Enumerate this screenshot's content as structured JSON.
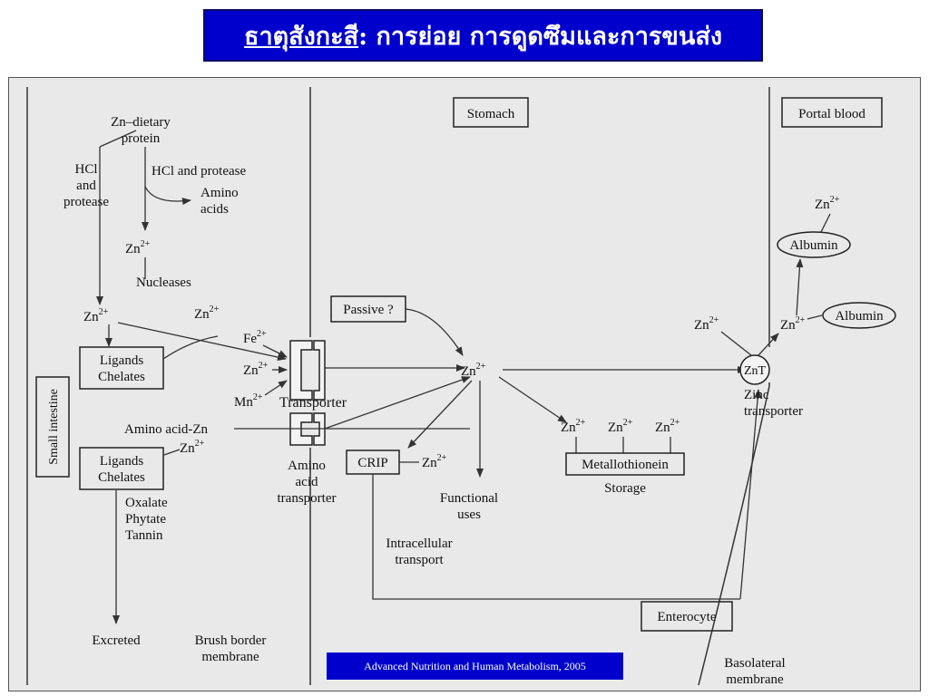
{
  "title": {
    "underlined": "ธาตุสังกะสี",
    "rest": ": การย่อย การดูดซึมและการขนส่ง"
  },
  "citation": "Advanced Nutrition and Human Metabolism, 2005",
  "diagram": {
    "stomach": "Stomach",
    "portal_blood": "Portal blood",
    "enterocyte": "Enterocyte",
    "small_intestine": "Small intestine",
    "zn_dietary_1": "Zn–dietary",
    "zn_dietary_2": "protein",
    "hcl_protease_left_1": "HCl",
    "hcl_protease_left_2": "and",
    "hcl_protease_left_3": "protease",
    "hcl_and_protease": "HCl and protease",
    "amino_acids_1": "Amino",
    "amino_acids_2": "acids",
    "nucleases": "Nucleases",
    "ligands_chelates_1a": "Ligands",
    "ligands_chelates_1b": "Chelates",
    "ligands_chelates_2a": "Ligands",
    "ligands_chelates_2b": "Chelates",
    "fe": "Fe",
    "mn": "Mn",
    "transporter": "Transporter",
    "amino_acid_zn": "Amino acid-Zn",
    "amino_acid_transporter_1": "Amino",
    "amino_acid_transporter_2": "acid",
    "amino_acid_transporter_3": "transporter",
    "oxalate": "Oxalate",
    "phytate": "Phytate",
    "tannin": "Tannin",
    "excreted": "Excreted",
    "brush_border_1": "Brush border",
    "brush_border_2": "membrane",
    "passive": "Passive ?",
    "crip": "CRIP",
    "functional_uses_1": "Functional",
    "functional_uses_2": "uses",
    "intracellular_1": "Intracellular",
    "intracellular_2": "transport",
    "metallothionein": "Metallothionein",
    "storage": "Storage",
    "znt": "ZnT",
    "zinc_transporter_1": "Zinc",
    "zinc_transporter_2": "transporter",
    "albumin": "Albumin",
    "basolateral_1": "Basolateral",
    "basolateral_2": "membrane",
    "zn": "Zn",
    "sup_2plus": "2+"
  }
}
